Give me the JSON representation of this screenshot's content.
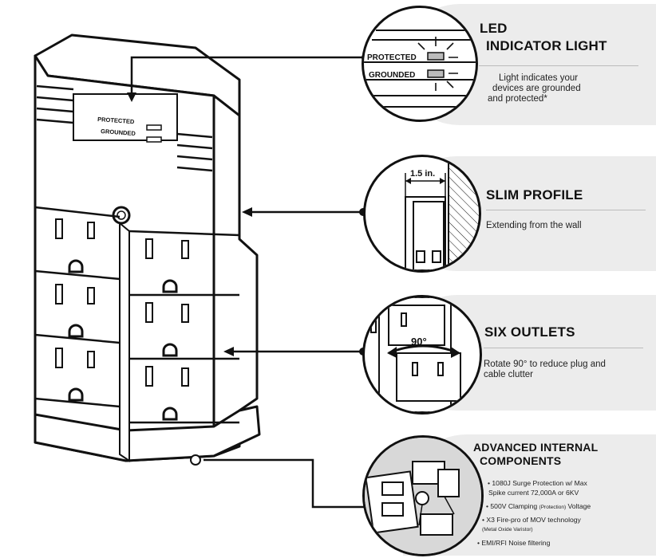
{
  "product": {
    "panel_protected": "PROTECTED",
    "panel_grounded": "GROUNDED"
  },
  "features": {
    "led": {
      "title_line1": "LED",
      "title_line2": "INDICATOR LIGHT",
      "desc_line1": "Light indicates your",
      "desc_line2": "devices are grounded",
      "desc_line3": "and protected*",
      "zoom_protected": "PROTECTED",
      "zoom_grounded": "GROUNDED"
    },
    "slim": {
      "title": "SLIM PROFILE",
      "desc": "Extending from the wall",
      "dimension": "1.5 in."
    },
    "outlets": {
      "title": "SIX OUTLETS",
      "desc_line1": "Rotate 90° to reduce plug and",
      "desc_line2": "cable clutter",
      "angle": "90°"
    },
    "internal": {
      "title_line1": "ADVANCED INTERNAL",
      "title_line2": "COMPONENTS",
      "b1_line1": "• 1080J Surge Protection w/ Max",
      "b1_line2": "Spike current 72,000A or 6KV",
      "b2_pre": "• 500V Clamping ",
      "b2_small": "(Protection)",
      "b2_post": " Voltage",
      "b3": "• X3 Fire-pro of MOV technology",
      "b3_small": "(Metal Oxide Varistor)",
      "b4": "• EMI/RFI Noise filtering"
    }
  }
}
